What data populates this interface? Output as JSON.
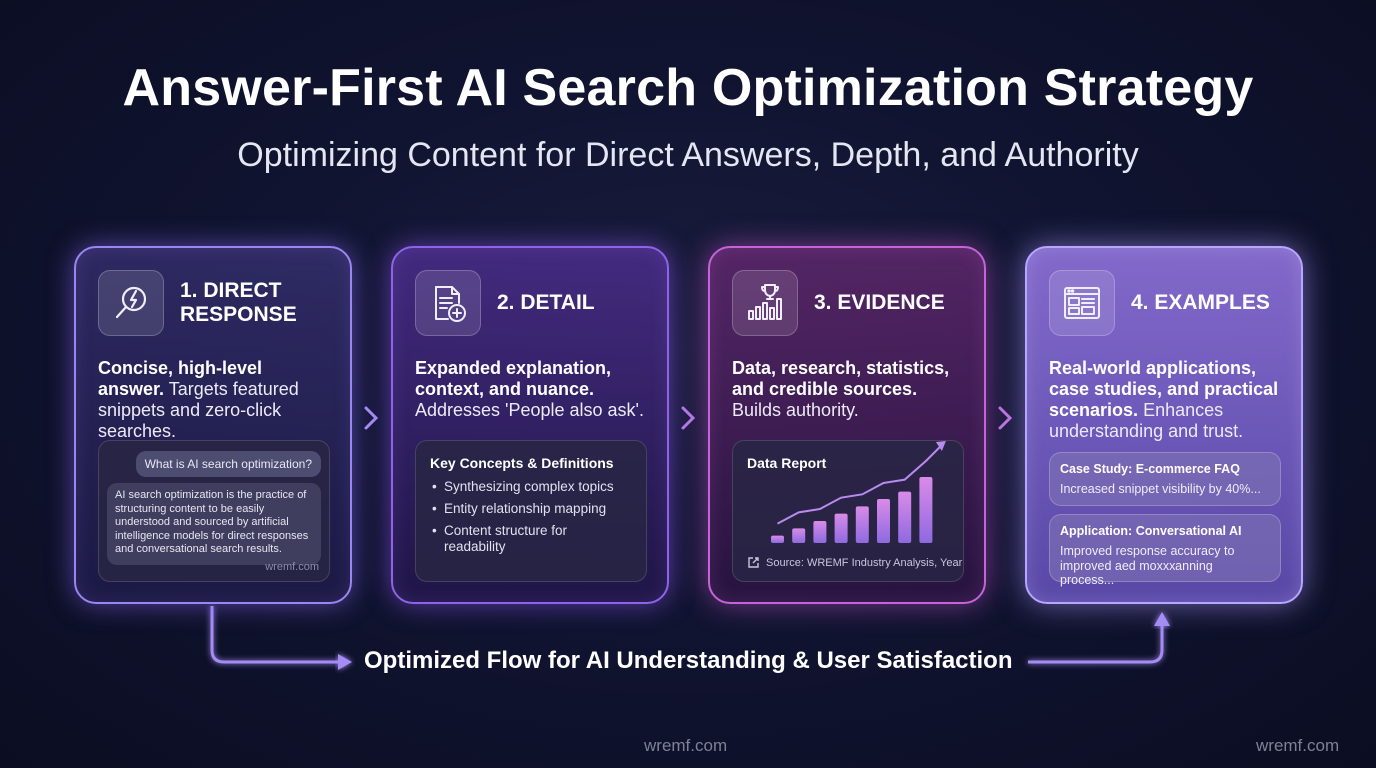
{
  "header": {
    "title": "Answer-First AI Search Optimization Strategy",
    "subtitle": "Optimizing Content for Direct Answers, Depth, and Authority"
  },
  "cards": [
    {
      "title": "1. DIRECT\nRESPONSE",
      "icon": "search-lightning-icon",
      "desc_bold": "Concise, high-level answer.",
      "desc_rest": " Targets featured snippets and zero-click searches.",
      "chat": {
        "question": "What is AI search optimization?",
        "answer": "AI search optimization is the practice of structuring content to be easily understood and sourced by artificial intelligence models for direct responses and conversational search results.",
        "watermark": "wremf.com"
      }
    },
    {
      "title": "2. DETAIL",
      "icon": "document-add-icon",
      "desc_bold": "Expanded explanation, context, and nuance.",
      "desc_rest": " Addresses 'People also ask'.",
      "concepts": {
        "heading": "Key Concepts & Definitions",
        "items": [
          "Synthesizing complex topics",
          "Entity relationship mapping",
          "Content structure for readability"
        ]
      }
    },
    {
      "title": "3. EVIDENCE",
      "icon": "trophy-chart-icon",
      "desc_bold": "Data, research, statistics, and credible sources.",
      "desc_rest": " Builds authority.",
      "report": {
        "heading": "Data Report",
        "source": "Source: WREMF Industry Analysis, Year",
        "bar_values": [
          1,
          2,
          3,
          4,
          5,
          6,
          7,
          9
        ]
      }
    },
    {
      "title": "4. EXAMPLES",
      "icon": "browser-window-icon",
      "desc_bold": "Real-world applications, case studies, and practical scenarios.",
      "desc_rest": " Enhances understanding and trust.",
      "examples": [
        {
          "title": "Case Study: E-commerce FAQ",
          "text": "Increased snippet visibility by 40%..."
        },
        {
          "title": "Application: Conversational AI",
          "text": "Improved response accuracy to improved aed moхххаnning process..."
        }
      ]
    }
  ],
  "flow": {
    "label": "Optimized Flow for AI Understanding & User Satisfaction"
  },
  "watermarks": {
    "center": "wremf.com",
    "right": "wremf.com"
  },
  "colors": {
    "background": "#111431",
    "card1_border": "#9a86f0",
    "card2_border": "#8f63e8",
    "card3_border": "#c564d8",
    "card4_border": "#b7a6ff",
    "arrow": "#a58cf5"
  }
}
